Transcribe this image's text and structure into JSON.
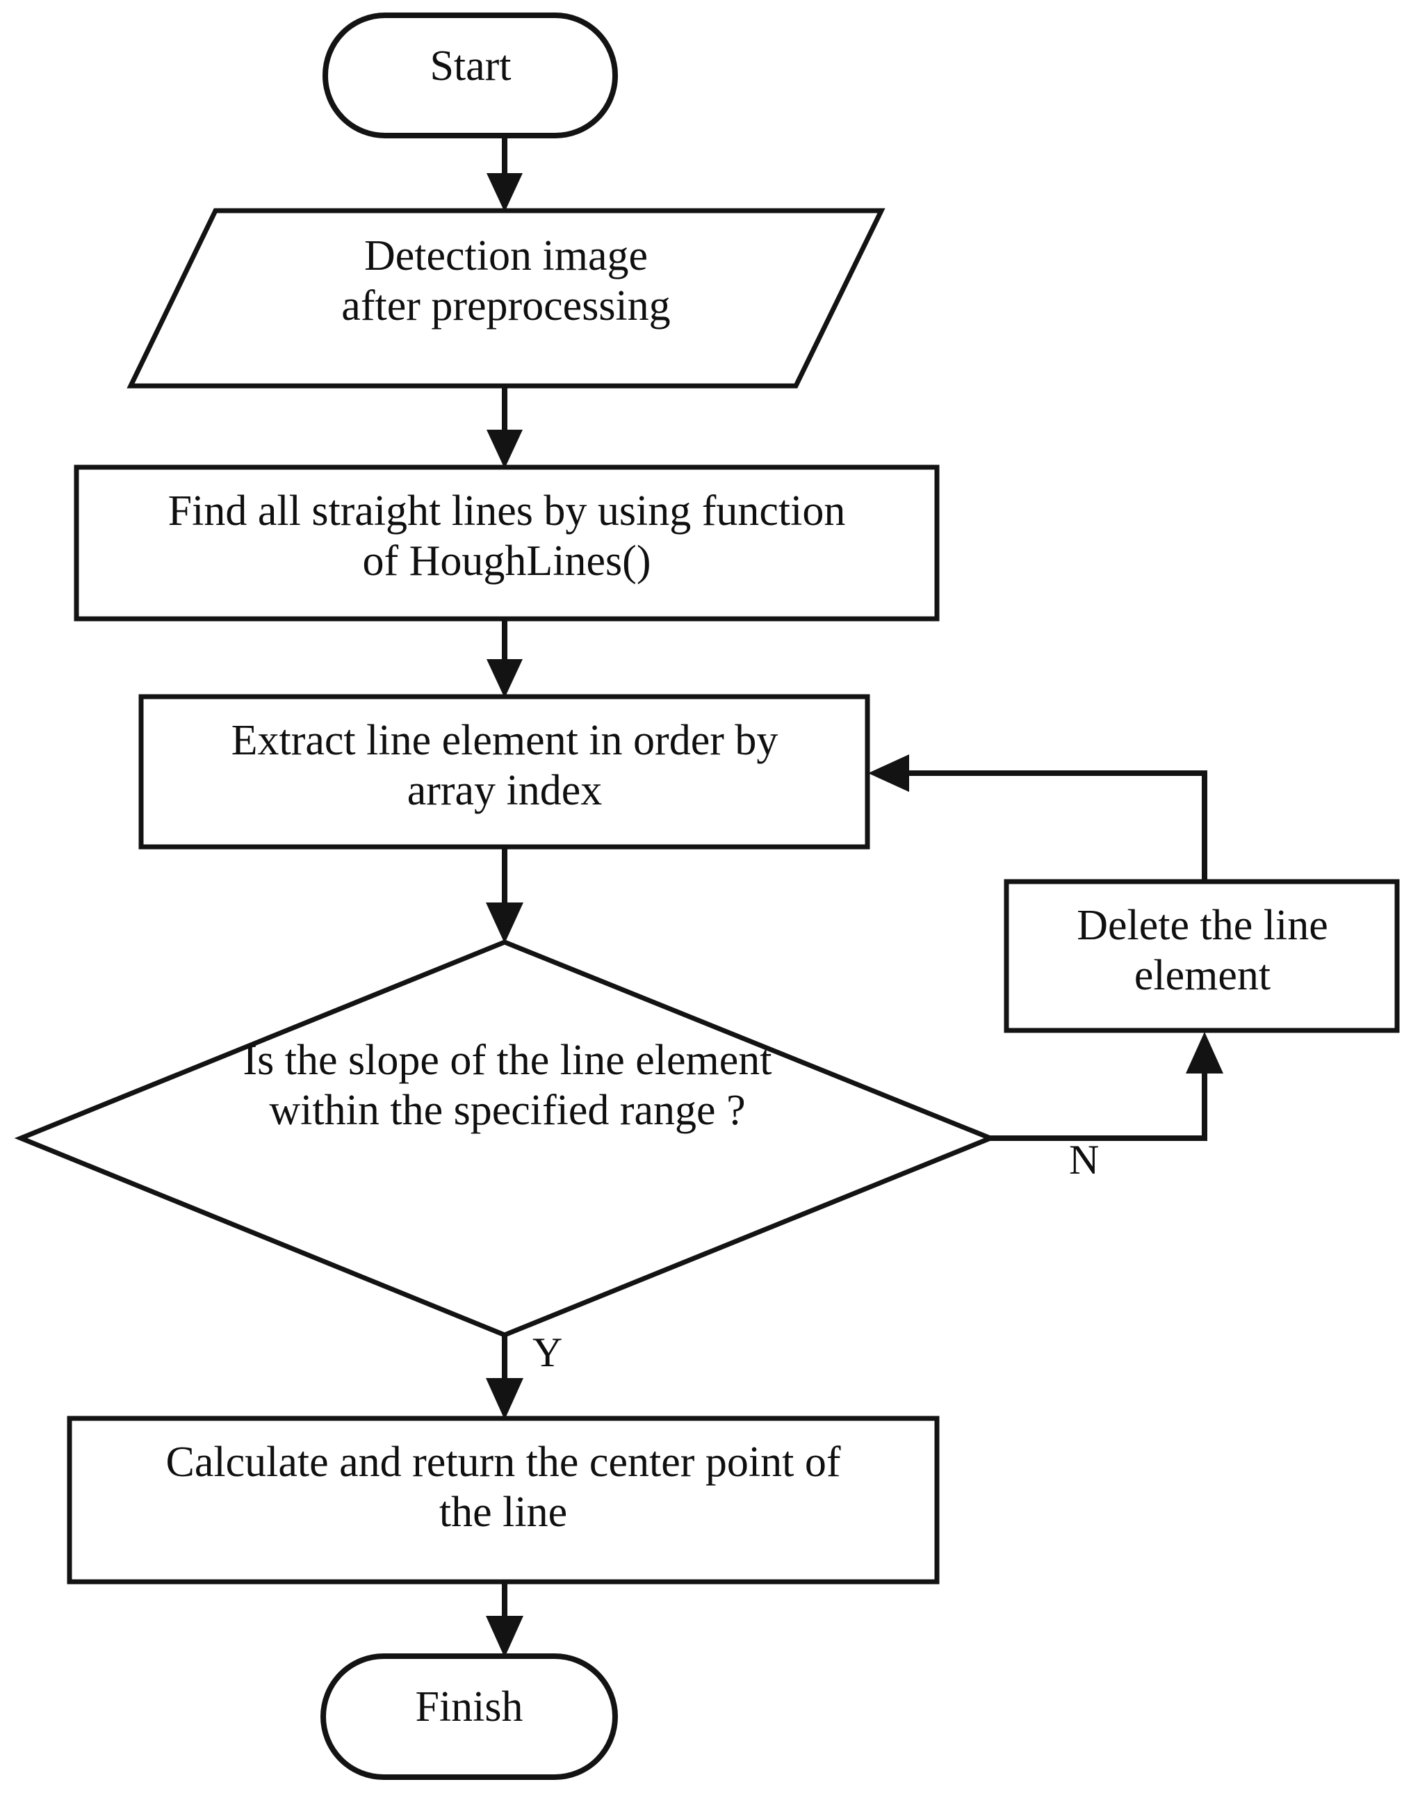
{
  "diagram": {
    "type": "flowchart",
    "title": "Line detection flowchart",
    "orientation": "top-to-bottom",
    "colors": {
      "background": "#ffffff",
      "stroke": "#131313",
      "text": "#100f10",
      "fill": "#ffffff"
    },
    "nodes": [
      {
        "id": "start",
        "shape": "terminal",
        "label": "Start"
      },
      {
        "id": "input-image",
        "shape": "parallelogram",
        "label": "Detection image\nafter preprocessing"
      },
      {
        "id": "find-lines",
        "shape": "process",
        "label": "Find all straight lines by using function\nof HoughLines()"
      },
      {
        "id": "extract-line",
        "shape": "process",
        "label": "Extract line element in order by\narray index"
      },
      {
        "id": "slope-check",
        "shape": "decision",
        "label": "Is the slope of the line element\nwithin the specified range ?"
      },
      {
        "id": "delete-line",
        "shape": "process",
        "label": "Delete the line\nelement"
      },
      {
        "id": "calculate-center",
        "shape": "process",
        "label": "Calculate and return the center point of\nthe line"
      },
      {
        "id": "finish",
        "shape": "terminal",
        "label": "Finish"
      }
    ],
    "edges": [
      {
        "id": "e1",
        "from": "start",
        "to": "input-image",
        "label": ""
      },
      {
        "id": "e2",
        "from": "input-image",
        "to": "find-lines",
        "label": ""
      },
      {
        "id": "e3",
        "from": "find-lines",
        "to": "extract-line",
        "label": ""
      },
      {
        "id": "e4",
        "from": "extract-line",
        "to": "slope-check",
        "label": ""
      },
      {
        "id": "e5",
        "from": "slope-check",
        "to": "delete-line",
        "label": "N"
      },
      {
        "id": "e6",
        "from": "delete-line",
        "to": "extract-line",
        "label": ""
      },
      {
        "id": "e7",
        "from": "slope-check",
        "to": "calculate-center",
        "label": "Y"
      },
      {
        "id": "e8",
        "from": "calculate-center",
        "to": "finish",
        "label": ""
      }
    ],
    "labels": {
      "no": "N",
      "yes": "Y"
    }
  }
}
